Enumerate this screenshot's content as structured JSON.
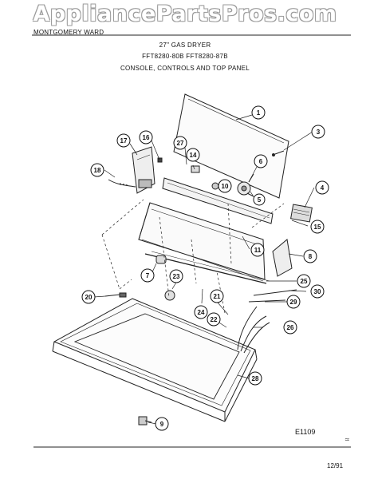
{
  "watermark": "AppliancePartsPros.com",
  "header": {
    "brand": "MONTGOMERY WARD",
    "product": "27\" GAS DRYER",
    "models": "FFT8280-80B  FFT8280-87B",
    "section": "CONSOLE, CONTROLS AND TOP PANEL"
  },
  "callouts": [
    {
      "id": "1",
      "label": "1"
    },
    {
      "id": "3",
      "label": "3"
    },
    {
      "id": "4",
      "label": "4"
    },
    {
      "id": "5",
      "label": "5"
    },
    {
      "id": "6",
      "label": "6"
    },
    {
      "id": "7",
      "label": "7"
    },
    {
      "id": "8",
      "label": "8"
    },
    {
      "id": "9",
      "label": "9"
    },
    {
      "id": "10",
      "label": "10"
    },
    {
      "id": "11",
      "label": "11"
    },
    {
      "id": "14",
      "label": "14"
    },
    {
      "id": "15",
      "label": "15"
    },
    {
      "id": "16",
      "label": "16"
    },
    {
      "id": "17",
      "label": "17"
    },
    {
      "id": "18",
      "label": "18"
    },
    {
      "id": "20",
      "label": "20"
    },
    {
      "id": "21",
      "label": "21"
    },
    {
      "id": "22",
      "label": "22"
    },
    {
      "id": "23",
      "label": "23"
    },
    {
      "id": "24",
      "label": "24"
    },
    {
      "id": "25",
      "label": "25"
    },
    {
      "id": "26",
      "label": "26"
    },
    {
      "id": "27",
      "label": "27"
    },
    {
      "id": "28",
      "label": "28"
    },
    {
      "id": "29",
      "label": "29"
    },
    {
      "id": "30",
      "label": "30"
    }
  ],
  "footer": {
    "code": "E1109",
    "date": "12/91"
  }
}
